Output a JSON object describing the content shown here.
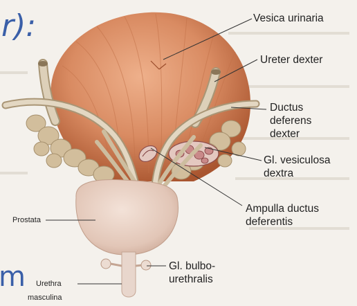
{
  "fragments": {
    "top_left": "r):",
    "bottom_left": "m"
  },
  "labels": {
    "vesica": "Vesica urinaria",
    "ureter": "Ureter dexter",
    "ductus": "Ductus\ndeferens\ndexter",
    "vesiculosa": "Gl. vesiculosa\ndextra",
    "ampulla": "Ampulla ductus\ndeferentis",
    "prostata": "Prostata",
    "bulbo": "Gl. bulbo-\nurethralis",
    "urethra_line1": "Urethra",
    "urethra_line2": "masculina"
  },
  "colors": {
    "bladder": "#d98b62",
    "bladder_shadow": "#b8643d",
    "prostate": "#e6cfc3",
    "duct": "#d6c6ad",
    "vesicle": "#c9b592",
    "text_blue": "#3a5fa8",
    "leader": "#333333"
  }
}
